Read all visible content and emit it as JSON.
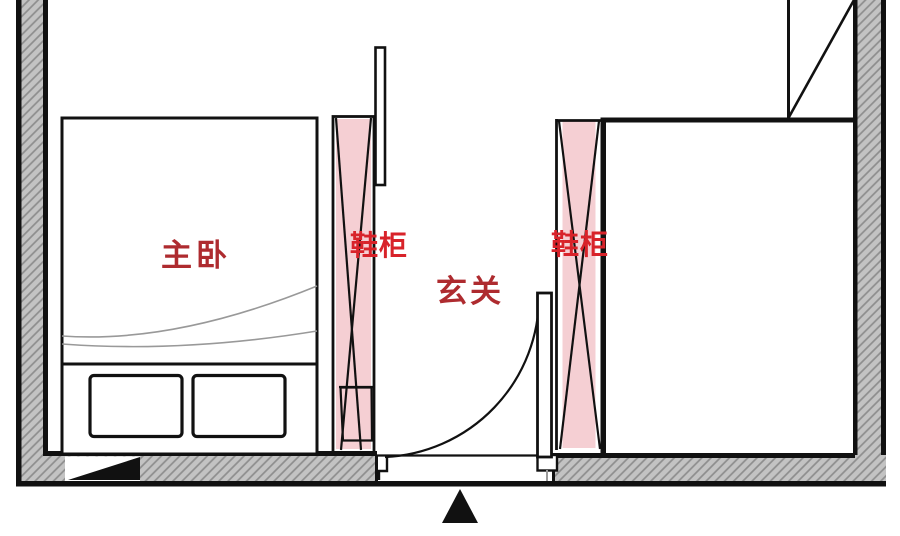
{
  "floor_plan": {
    "rooms": [
      {
        "id": "master-bedroom",
        "label": "主卧"
      },
      {
        "id": "entryway",
        "label": "玄关"
      }
    ],
    "furniture": [
      {
        "id": "shoe-cabinet-left",
        "label": "鞋柜",
        "highlighted": true
      },
      {
        "id": "shoe-cabinet-right",
        "label": "鞋柜",
        "highlighted": true
      }
    ],
    "markers": [
      {
        "name": "entrance-arrow-icon",
        "shape": "filled-triangle-up"
      },
      {
        "name": "wall-opening-marker-icon",
        "shape": "filled-right-triangle"
      }
    ]
  },
  "colors": {
    "room_label_red": "#ae2b2f",
    "cabinet_label_red": "#d8232a",
    "cabinet_highlight_pink": "#f5cfd3",
    "wall_fill_gray": "#c3c3c3",
    "wall_hatch_gray": "#8d8d8d",
    "line_black": "#111111"
  }
}
